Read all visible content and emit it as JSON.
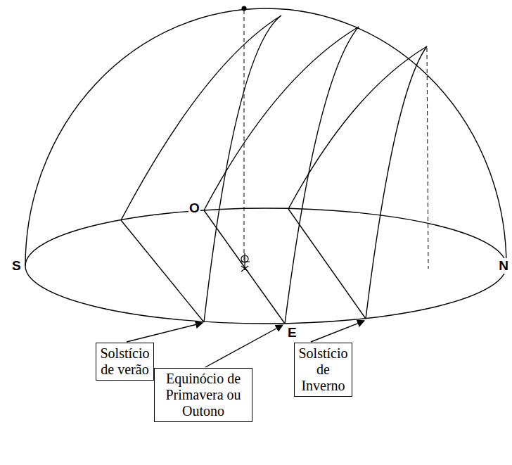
{
  "diagram": {
    "nodes": [
      {
        "text": [
          "Solstício de verão"
        ]
      },
      {
        "text": [
          "Equinócio de Primavera ou Outono"
        ]
      },
      {
        "text": [
          "Solstício de Inverno"
        ]
      }
    ],
    "labels": [
      "O",
      "S",
      "N",
      "E"
    ]
  }
}
